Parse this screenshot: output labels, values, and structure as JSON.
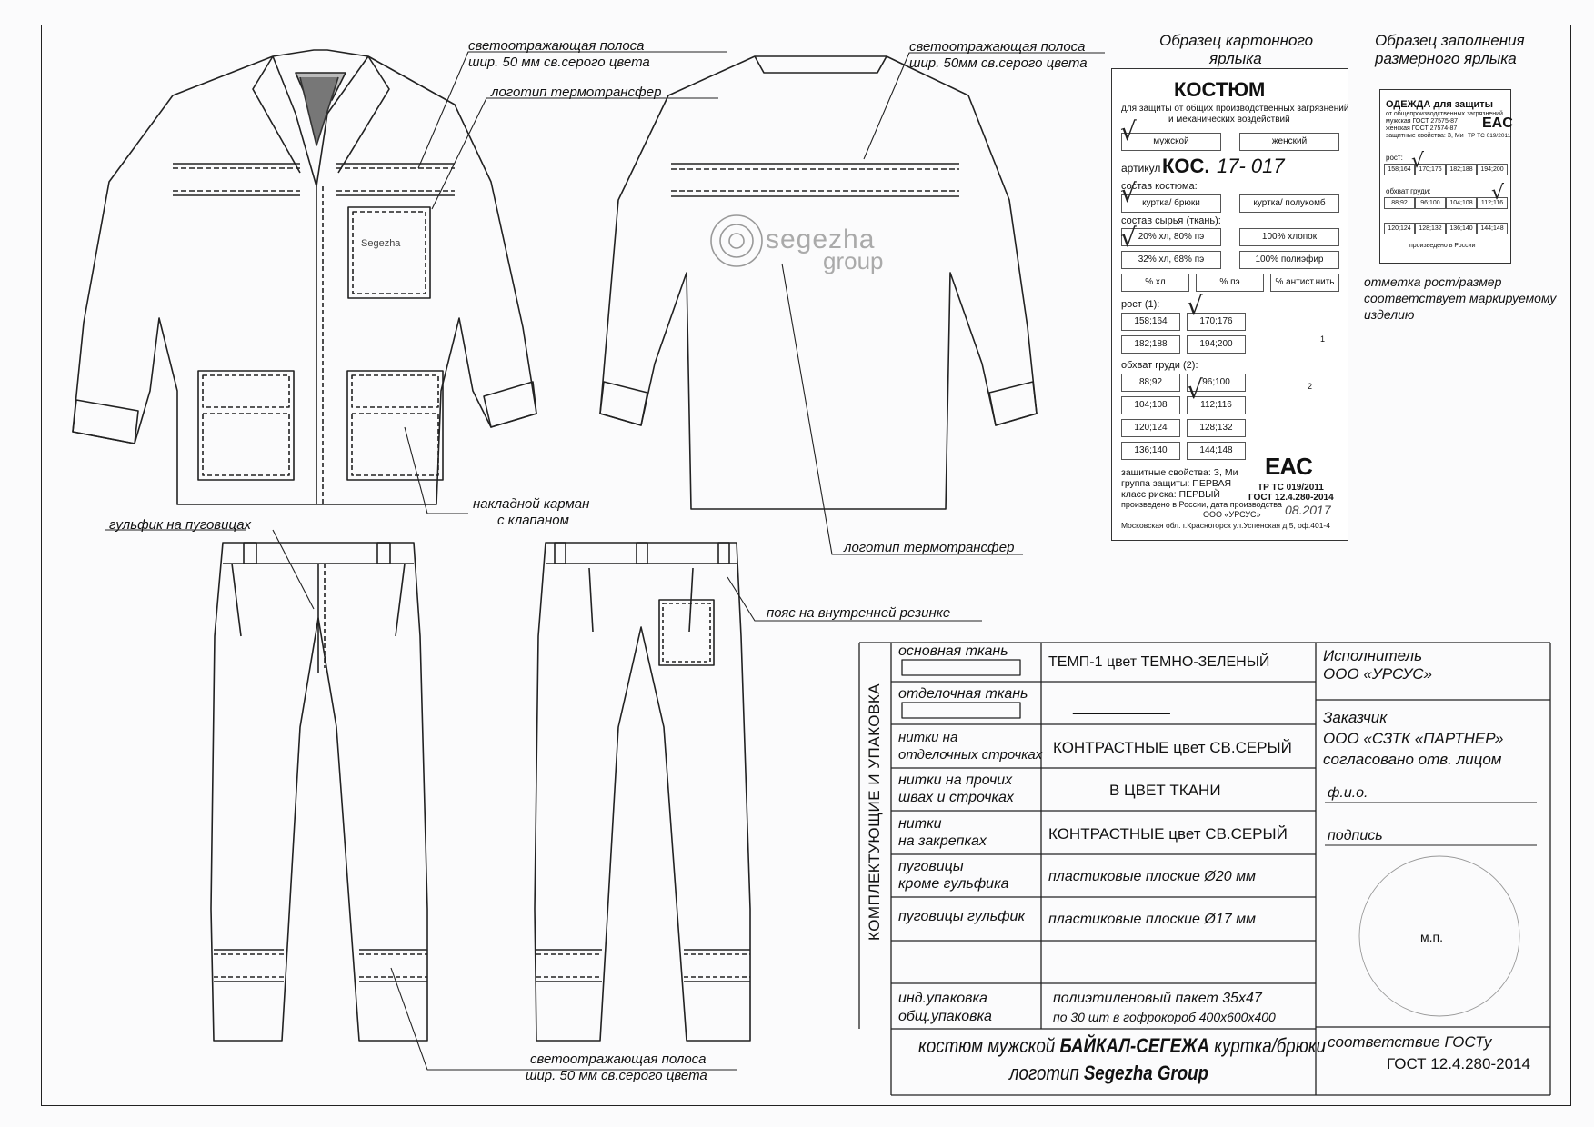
{
  "annotations": {
    "reflect_front_1": "светоотражающая полоса",
    "reflect_front_2": "шир. 50 мм св.серого цвета",
    "logo_front": "логотип термотрансфер",
    "reflect_back_1": "светоотражающая полоса",
    "reflect_back_2": "шир. 50мм св.серого цвета",
    "pocket_1": "накладной карман",
    "pocket_2": "с клапаном",
    "logo_back": "логотип термотрансфер",
    "fly": "гульфик на пуговицах",
    "waist": "пояс на внутренней резинке",
    "reflect_pants_1": "светоотражающая полоса",
    "reflect_pants_2": "шир. 50 мм св.серого цвета"
  },
  "logo": {
    "line1": "segezha",
    "line2": "group",
    "small": "Segezha"
  },
  "cardboard_label": {
    "heading_1": "Образец картонного",
    "heading_2": "ярлыка",
    "title": "КОСТЮМ",
    "sub_1": "для защиты от общих производственных загрязнений",
    "sub_2": "и механических воздействий",
    "male": "мужской",
    "female": "женский",
    "article_label": "артикул",
    "article_code": "КОС.",
    "article_hand": "17- 017",
    "composition_label": "состав костюма:",
    "set_1": "куртка/ брюки",
    "set_2": "куртка/ полукомб",
    "fabric_label": "состав сырья (ткань):",
    "fabric_1": "20% хл, 80% пэ",
    "fabric_2": "100% хлопок",
    "fabric_3": "32% хл, 68% пэ",
    "fabric_4": "100% полиэфир",
    "pct_1": "% хл",
    "pct_2": "% пэ",
    "pct_3": "% антист.нить",
    "height_label": "рост (1):",
    "h1": "158;164",
    "h2": "170;176",
    "h3": "182;188",
    "h4": "194;200",
    "chest_label": "обхват груди (2):",
    "c1": "88;92",
    "c2": "96;100",
    "c3": "104;108",
    "c4": "112;116",
    "c5": "120;124",
    "c6": "128;132",
    "c7": "136;140",
    "c8": "144;148",
    "prot_1": "защитные свойства: З, Ми",
    "prot_2": "группа защиты: ПЕРВАЯ",
    "prot_3": "класс риска: ПЕРВЫЙ",
    "made": "произведено в России, дата производства",
    "company": "ООО «УРСУС»",
    "address": "Московская обл. г.Красногорск ул.Успенская д.5, оф.401-4",
    "tr": "ТР ТС 019/2011",
    "gost": "ГОСТ 12.4.280-2014",
    "date_hand": "08.2017",
    "eac": "EAC",
    "fig_1": "1",
    "fig_2": "2"
  },
  "size_label": {
    "heading_1": "Образец заполнения",
    "heading_2": "размерного ярлыка",
    "title": "ОДЕЖДА для защиты",
    "sub_1": "от общепроизводственных загрязнений",
    "sub_2": "мужская ГОСТ 27575-87",
    "sub_3": "женская ГОСТ 27574-87",
    "sub_4": "защитные свойства: З, Ми",
    "tr": "ТР ТС 019/2011",
    "height": "рост:",
    "h": [
      "158;164",
      "170;176",
      "182;188",
      "194;200"
    ],
    "chest": "обхват груди:",
    "c_row1": [
      "88;92",
      "96;100",
      "104;108",
      "112;116"
    ],
    "c_row2": [
      "120;124",
      "128;132",
      "136;140",
      "144;148"
    ],
    "made": "произведено в России",
    "note_1": "отметка рост/размер",
    "note_2": "соответствует маркируемому",
    "note_3": "изделию"
  },
  "table": {
    "vertical_heading": "КОМПЛЕКТУЮЩИЕ И УПАКОВКА",
    "rows": [
      {
        "label_1": "основная ткань",
        "label_2": "",
        "value": "ТЕМП-1 цвет ТЕМНО-ЗЕЛЕНЫЙ"
      },
      {
        "label_1": "отделочная ткань",
        "label_2": "",
        "value": "____________"
      },
      {
        "label_1": "нитки на",
        "label_2": "отделочных строчках",
        "value": "КОНТРАСТНЫЕ цвет СВ.СЕРЫЙ"
      },
      {
        "label_1": "нитки на прочих",
        "label_2": "швах и строчках",
        "value": "В ЦВЕТ ТКАНИ"
      },
      {
        "label_1": "нитки",
        "label_2": "на закрепках",
        "value": "КОНТРАСТНЫЕ цвет СВ.СЕРЫЙ"
      },
      {
        "label_1": "пуговицы",
        "label_2": "кроме гульфика",
        "value": "пластиковые плоские Ø20 мм"
      },
      {
        "label_1": "пуговицы гульфик",
        "label_2": "",
        "value": "пластиковые плоские Ø17 мм"
      },
      {
        "label_1": "",
        "label_2": "",
        "value": ""
      },
      {
        "label_1": "инд.упаковка",
        "label_2": "общ.упаковка",
        "value": "полиэтиленовый пакет 35х47",
        "value_2": "по 30 шт в гофрокороб 400х600х400"
      }
    ],
    "executor_label": "Исполнитель",
    "executor": "ООО «УРСУС»",
    "customer_label": "Заказчик",
    "customer": "ООО «СЗТК «ПАРТНЕР»",
    "agreed": "согласовано отв. лицом",
    "fio": "ф.и.о.",
    "signature": "подпись",
    "stamp": "м.п.",
    "title_1_prefix": "костюм мужской ",
    "title_1_bold": "БАЙКАЛ-СЕГЕЖА",
    "title_1_suffix": " куртка/брюки",
    "title_2_prefix": "логотип ",
    "title_2_bold": "Segezha Group",
    "conformity": "соответствие ГОСТу",
    "gost": "ГОСТ 12.4.280-2014"
  }
}
